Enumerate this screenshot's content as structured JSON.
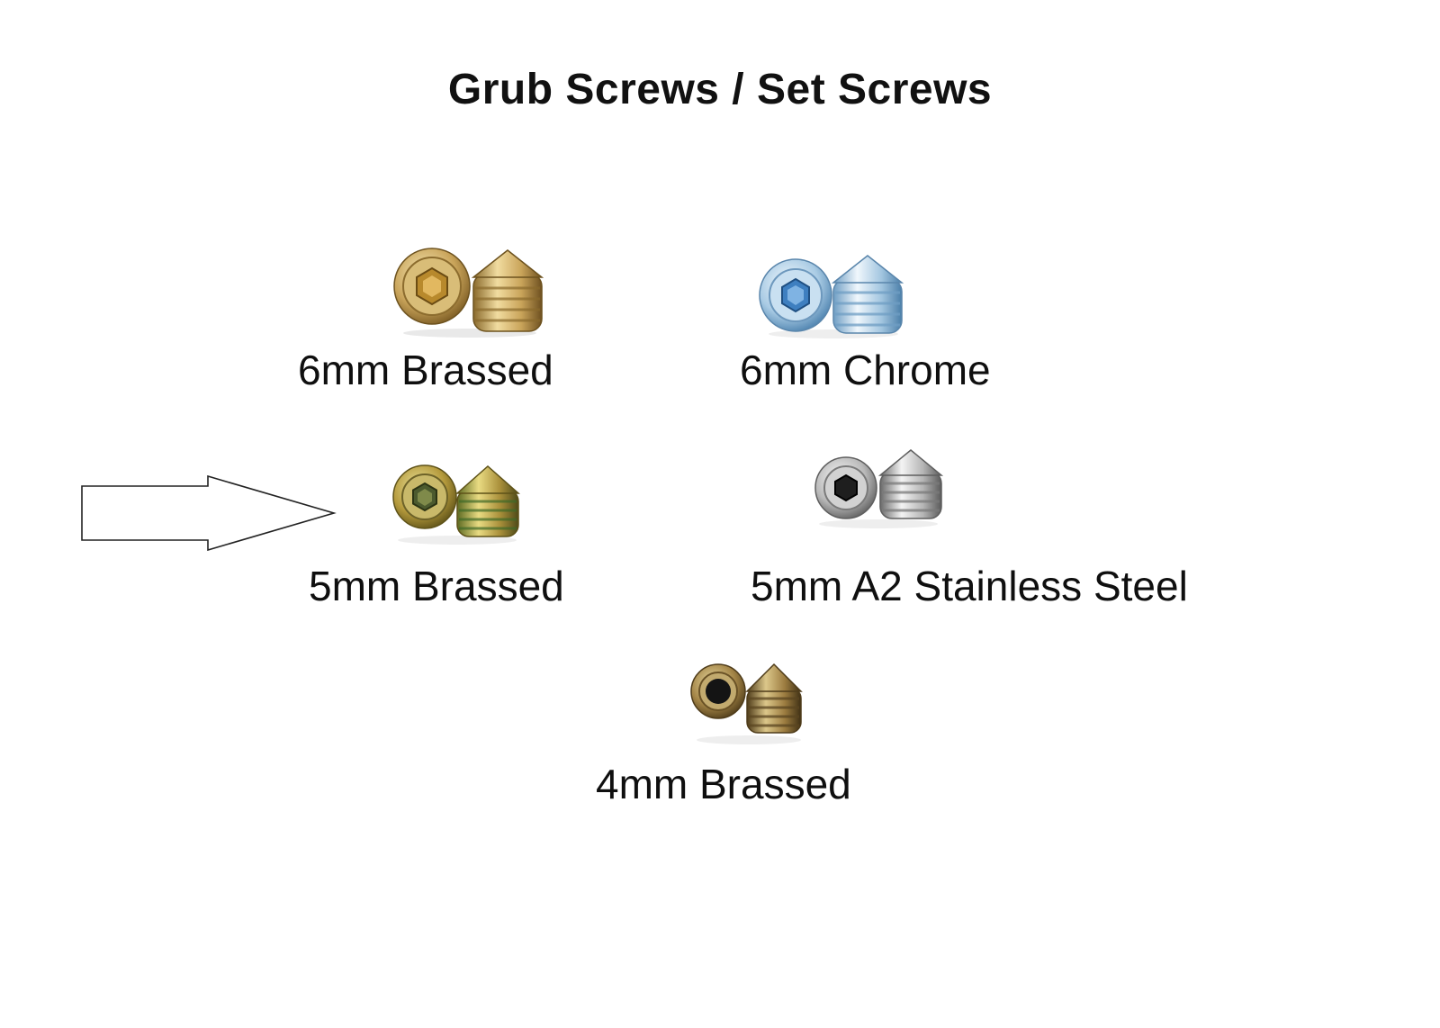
{
  "title": "Grub Screws / Set Screws",
  "products": [
    {
      "id": "6mm-brassed",
      "label": "6mm Brassed",
      "finish": "brass",
      "colors": {
        "light": "#f3e2a8",
        "mid": "#c9a45a",
        "dark": "#7a5a22"
      }
    },
    {
      "id": "6mm-chrome",
      "label": "6mm Chrome",
      "finish": "chrome",
      "colors": {
        "light": "#eaf4fb",
        "mid": "#9cc3de",
        "dark": "#3f78a8"
      }
    },
    {
      "id": "5mm-brassed",
      "label": "5mm Brassed",
      "finish": "brass-zinc",
      "colors": {
        "light": "#e6dc8c",
        "mid": "#b59a3c",
        "dark": "#5e5218"
      }
    },
    {
      "id": "5mm-a2-stainless-steel",
      "label": "5mm A2 Stainless Steel",
      "finish": "stainless",
      "colors": {
        "light": "#f2f2f2",
        "mid": "#b9b9b9",
        "dark": "#5f5f5f"
      }
    },
    {
      "id": "4mm-brassed",
      "label": "4mm Brassed",
      "finish": "brass-dark",
      "colors": {
        "light": "#d9c687",
        "mid": "#a38446",
        "dark": "#4f3c1a"
      }
    }
  ],
  "indicator": {
    "icon": "right-arrow-icon",
    "points_to": "5mm Brassed"
  }
}
